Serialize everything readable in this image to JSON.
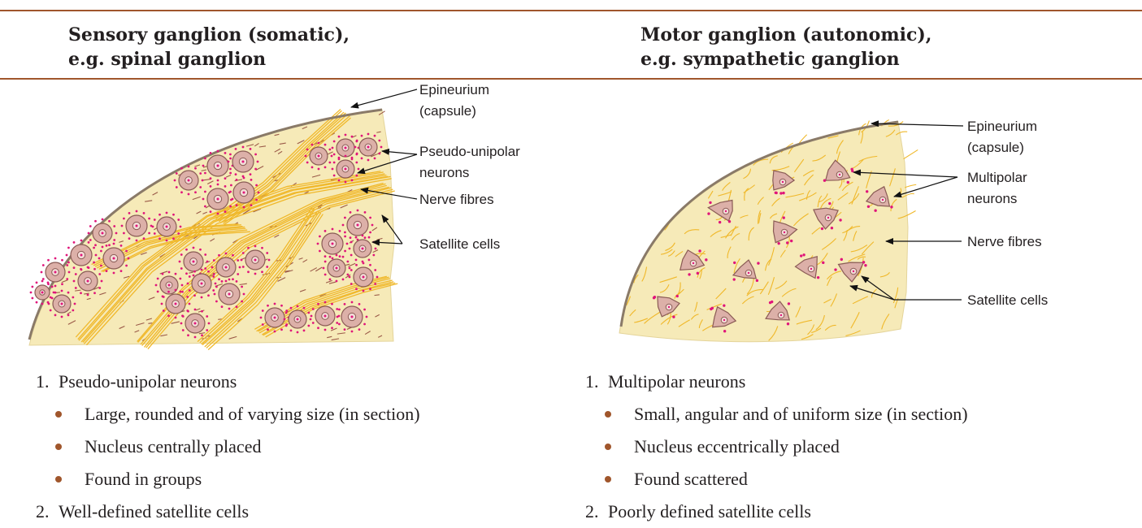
{
  "header": {
    "left": {
      "line1": "Sensory ganglion (somatic),",
      "line2": "e.g. spinal ganglion"
    },
    "right": {
      "line1": "Motor ganglion (autonomic),",
      "line2": "e.g. sympathetic ganglion"
    }
  },
  "colors": {
    "rule": "#a0562c",
    "tissue": "#f6eab8",
    "capsule": "#8a7a68",
    "fibre": "#f0b82a",
    "neuron": "#dcb0a8",
    "satellite": "#e0157a",
    "bullet": "#a0562c"
  },
  "left_diagram": {
    "labels": {
      "epineurium_1": "Epineurium",
      "epineurium_2": "(capsule)",
      "neurons_1": "Pseudo-unipolar",
      "neurons_2": "neurons",
      "fibres": "Nerve fibres",
      "satellite": "Satellite cells"
    }
  },
  "right_diagram": {
    "labels": {
      "epineurium_1": "Epineurium",
      "epineurium_2": "(capsule)",
      "neurons_1": "Multipolar",
      "neurons_2": "neurons",
      "fibres": "Nerve fibres",
      "satellite": "Satellite cells"
    }
  },
  "left_list": {
    "item1": {
      "num": "1.",
      "text": "Pseudo-unipolar neurons"
    },
    "bullets": [
      "Large, rounded and of varying size (in section)",
      "Nucleus centrally placed",
      "Found in groups"
    ],
    "item2": {
      "num": "2.",
      "text": "Well-defined satellite cells"
    }
  },
  "right_list": {
    "item1": {
      "num": "1.",
      "text": "Multipolar neurons"
    },
    "bullets": [
      "Small, angular and of uniform size (in section)",
      "Nucleus eccentrically placed",
      "Found scattered"
    ],
    "item2": {
      "num": "2.",
      "text": "Poorly defined satellite cells"
    }
  }
}
